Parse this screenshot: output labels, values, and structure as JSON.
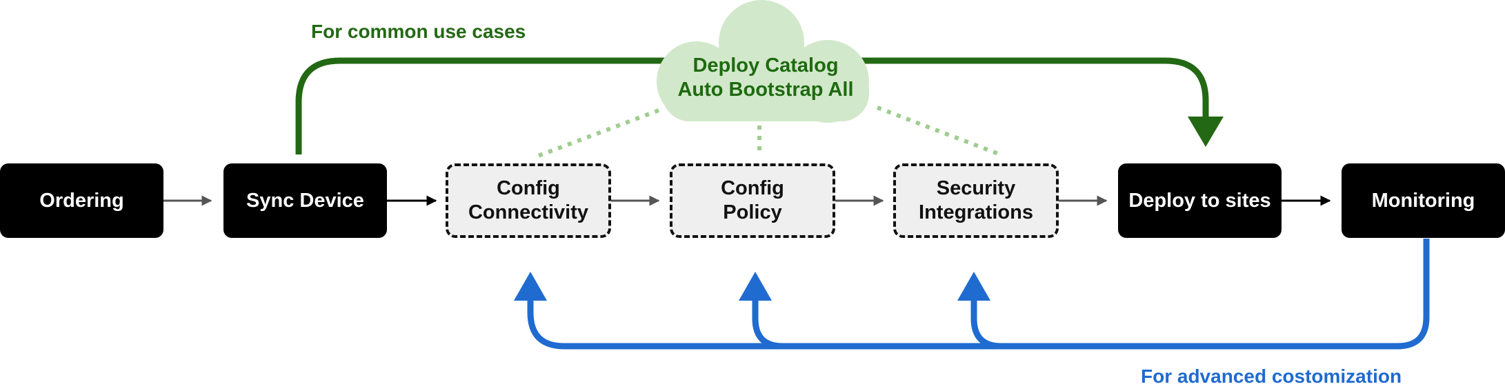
{
  "colors": {
    "green_path": "#236814",
    "green_text": "#1e6a10",
    "cloud_fill": "#d2e8cb",
    "dotted": "#9fcc8f",
    "blue_path": "#1f6bd0",
    "dark_box": "#000000",
    "light_box": "#efefef"
  },
  "nodes": {
    "ordering": {
      "lines": [
        "Ordering"
      ]
    },
    "sync_device": {
      "lines": [
        "Sync Device"
      ]
    },
    "config_connectivity": {
      "lines": [
        "Config",
        "Connectivity"
      ]
    },
    "config_policy": {
      "lines": [
        "Config",
        "Policy"
      ]
    },
    "security_integrations": {
      "lines": [
        "Security",
        "Integrations"
      ]
    },
    "deploy_to_sites": {
      "lines": [
        "Deploy to sites"
      ]
    },
    "monitoring": {
      "lines": [
        "Monitoring"
      ]
    }
  },
  "cloud": {
    "lines": [
      "Deploy Catalog",
      "Auto Bootstrap All"
    ]
  },
  "labels": {
    "common": "For common use cases",
    "advanced": "For advanced costomization"
  },
  "icons": {
    "flow_arrow": "arrow-right-icon",
    "green_arrowhead": "arrow-down-icon",
    "blue_arrowhead": "arrow-up-icon"
  }
}
